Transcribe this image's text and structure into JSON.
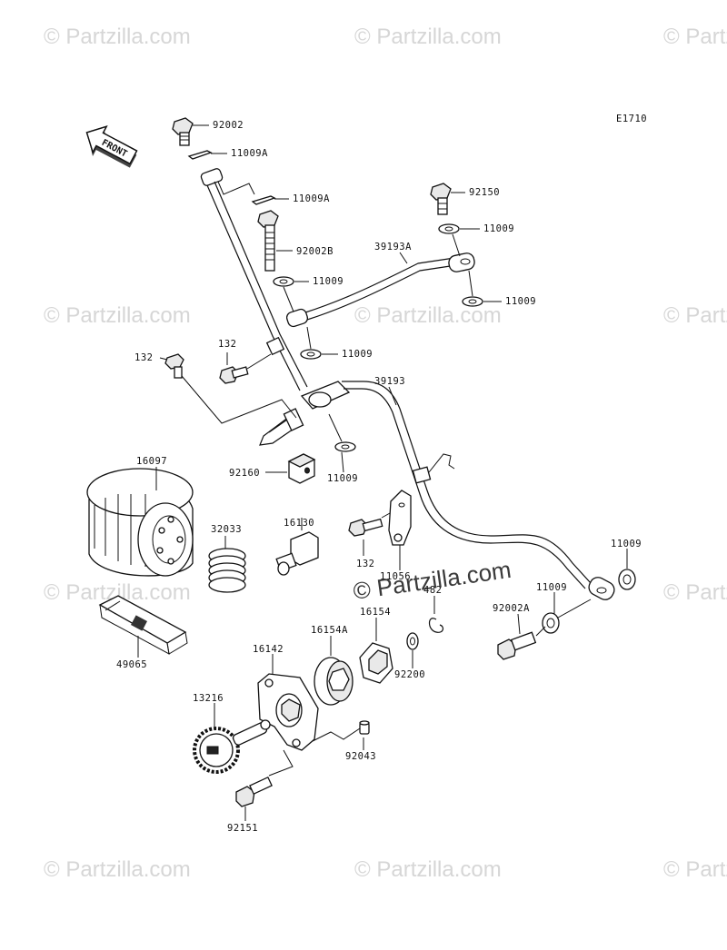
{
  "diagram": {
    "code": "E1710",
    "front_label": "FRONT",
    "watermark": "© Partzilla.com",
    "parts": [
      {
        "id": "p92002",
        "label": "92002"
      },
      {
        "id": "p11009a_top",
        "label": "11009A"
      },
      {
        "id": "p11009a_mid",
        "label": "11009A"
      },
      {
        "id": "p92150",
        "label": "92150"
      },
      {
        "id": "p11009_r1",
        "label": "11009"
      },
      {
        "id": "p39193a",
        "label": "39193A"
      },
      {
        "id": "p92002b",
        "label": "92002B"
      },
      {
        "id": "p11009_l1",
        "label": "11009"
      },
      {
        "id": "p11009_r2",
        "label": "11009"
      },
      {
        "id": "p132_a",
        "label": "132"
      },
      {
        "id": "p132_b",
        "label": "132"
      },
      {
        "id": "p11009_c",
        "label": "11009"
      },
      {
        "id": "p39193",
        "label": "39193"
      },
      {
        "id": "p16097",
        "label": "16097"
      },
      {
        "id": "p92160",
        "label": "92160"
      },
      {
        "id": "p11009_d",
        "label": "11009"
      },
      {
        "id": "p32033",
        "label": "32033"
      },
      {
        "id": "p16130",
        "label": "16130"
      },
      {
        "id": "p132_c",
        "label": "132"
      },
      {
        "id": "p11056",
        "label": "11056"
      },
      {
        "id": "p11009_e",
        "label": "11009"
      },
      {
        "id": "p11009_f",
        "label": "11009"
      },
      {
        "id": "p482",
        "label": "482"
      },
      {
        "id": "p92002a",
        "label": "92002A"
      },
      {
        "id": "p16154",
        "label": "16154"
      },
      {
        "id": "p16154a",
        "label": "16154A"
      },
      {
        "id": "p49065",
        "label": "49065"
      },
      {
        "id": "p16142",
        "label": "16142"
      },
      {
        "id": "p92200",
        "label": "92200"
      },
      {
        "id": "p13216",
        "label": "13216"
      },
      {
        "id": "p92043",
        "label": "92043"
      },
      {
        "id": "p92151",
        "label": "92151"
      }
    ]
  }
}
